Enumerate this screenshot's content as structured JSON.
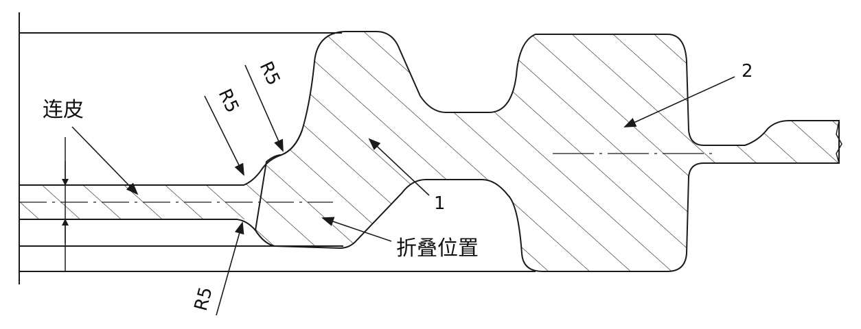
{
  "labels": {
    "web": "连皮",
    "fold": "折叠位置",
    "one": "1",
    "two": "2",
    "r5_top_left": "R5",
    "r5_top_right": "R5",
    "r5_bottom": "R5"
  },
  "colors": {
    "line": "#1a1a1a",
    "hatch": "#1a1a1a",
    "background": "#ffffff"
  }
}
